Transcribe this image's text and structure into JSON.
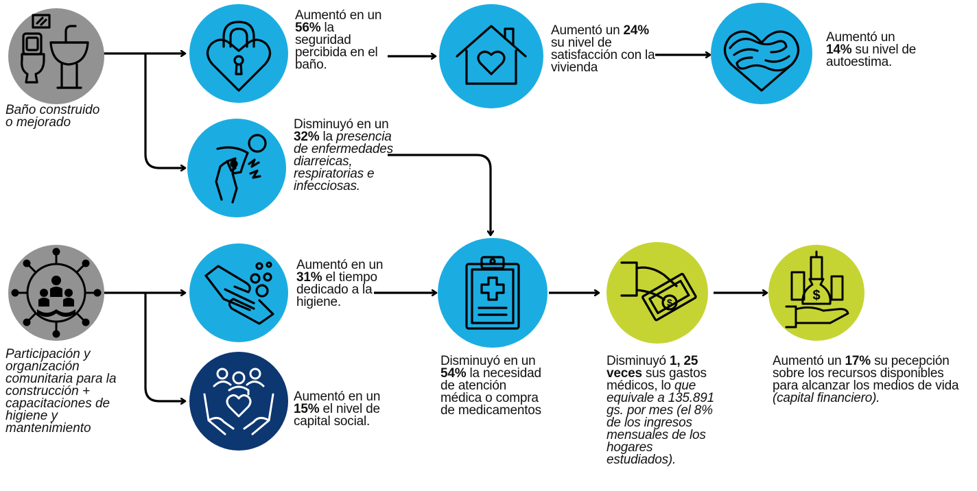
{
  "colors": {
    "cyan": "#1BADE2",
    "navy": "#0D3770",
    "lime": "#C5D433",
    "gray": "#929292",
    "arrow": "#000000"
  },
  "sources": {
    "bano": {
      "label": "Baño construido o mejorado",
      "icon": "toilet-sink-icon"
    },
    "participacion": {
      "label": "Participación y organización comunitaria para la construcción + capacitaciones de higiene y mantenimiento",
      "icon": "community-network-icon"
    }
  },
  "nodes": {
    "seguridad": {
      "icon": "heart-padlock-icon",
      "pre": "Aumentó en un ",
      "value": "56%",
      "post": " la seguridad percibida en el baño."
    },
    "vivienda": {
      "icon": "house-heart-icon",
      "pre": "Aumentó un ",
      "value": "24%",
      "post": " su nivel de satisfacción con la vivienda"
    },
    "autoestima": {
      "icon": "heart-hug-icon",
      "pre": "Aumentó un ",
      "value": "14%",
      "post": " su nivel de autoestima."
    },
    "enfermedades": {
      "icon": "sick-person-icon",
      "pre": "Disminuyó en un ",
      "value": "32%",
      "post": " la",
      "italic": "presencia de enfermedades diarreicas, respiratorias e infecciosas."
    },
    "higiene": {
      "icon": "washing-hands-icon",
      "pre": "Aumentó en un ",
      "value": "31%",
      "post": " el tiempo dedicado a la higiene."
    },
    "capital_social": {
      "icon": "hands-community-icon",
      "pre": "Aumentó en un ",
      "value": "15%",
      "post": " el nivel de capital social."
    },
    "medica": {
      "icon": "medical-clipboard-icon",
      "pre": "Disminuyó en un ",
      "value": "54%",
      "post": " la necesidad de atención médica o compra de medicamentos"
    },
    "gastos": {
      "icon": "hand-money-icon",
      "pre": "Disminuyó ",
      "value": "1, 25 veces",
      "post": " sus gastos médicos, lo ",
      "italic": "que equivale a 135.891 gs. por mes (el 8% de los ingresos mensuales de los hogares estudiados)."
    },
    "financiero": {
      "icon": "hand-city-money-icon",
      "pre": "Aumentó un ",
      "value": "17%",
      "post": " su pecepción sobre los recursos disponibles  para alcanzar los medios de vida ",
      "italic": "(capital financiero)."
    }
  }
}
